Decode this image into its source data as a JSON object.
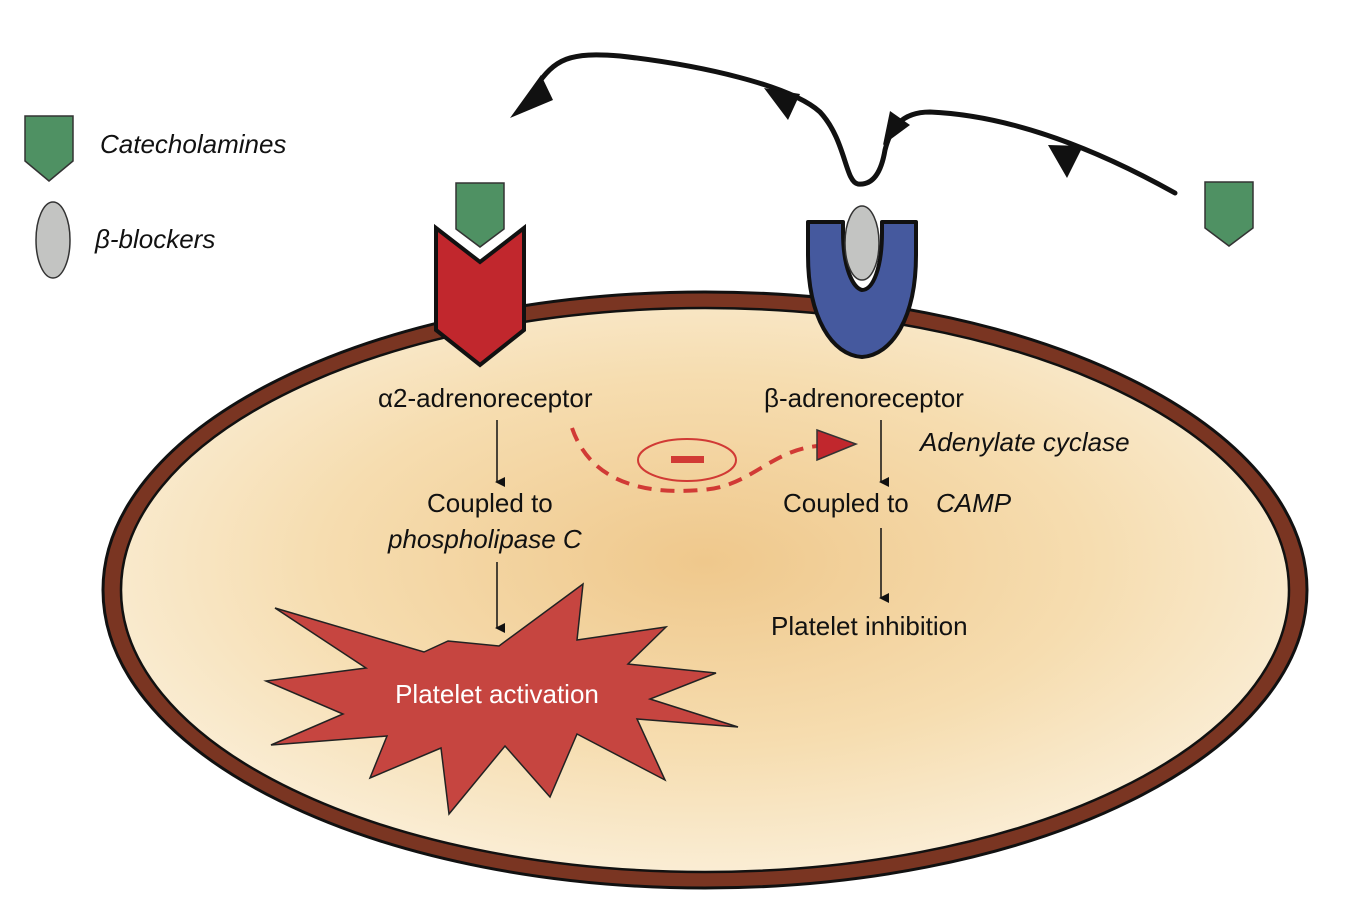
{
  "legend": {
    "items": [
      {
        "label": "Catecholamines",
        "icon": "catecholamine-pentagon",
        "color": "#4f9163"
      },
      {
        "label": "β-blockers",
        "icon": "beta-blocker-ellipse",
        "color": "#c3c4c2"
      }
    ]
  },
  "colors": {
    "membrane": "#7a3522",
    "cytoplasm_center": "#f0c98e",
    "cytoplasm_edge": "#f9e9cc",
    "alpha_receptor": "#c1272d",
    "beta_receptor": "#45599e",
    "catecholamine": "#4f9163",
    "blocker": "#c3c4c2",
    "inhibition": "#d13a35",
    "burst": "#c64540"
  },
  "receptors": {
    "alpha": {
      "label": "α2-adrenoreceptor"
    },
    "beta": {
      "label": "β-adrenoreceptor"
    }
  },
  "pathway_alpha": {
    "coupled_prefix": "Coupled to",
    "coupled_target": "phospholipase C",
    "outcome": "Platelet activation"
  },
  "pathway_beta": {
    "enzyme": "Adenylate cyclase",
    "coupled_prefix": "Coupled to",
    "coupled_target": "CAMP",
    "outcome": "Platelet inhibition"
  },
  "inhibition": {
    "symbol": "−"
  }
}
